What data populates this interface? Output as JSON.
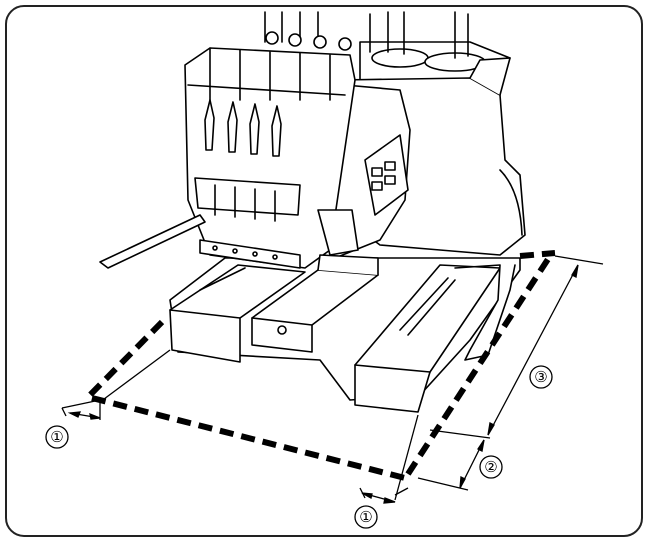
{
  "callouts": {
    "left_clearance": "①",
    "front_clearance": "①",
    "front_depth": "②",
    "side_length": "③"
  },
  "colors": {
    "line": "#000000",
    "background": "#ffffff",
    "frame": "#222222"
  },
  "icons": {
    "machine": "embroidery-machine-illustration"
  }
}
